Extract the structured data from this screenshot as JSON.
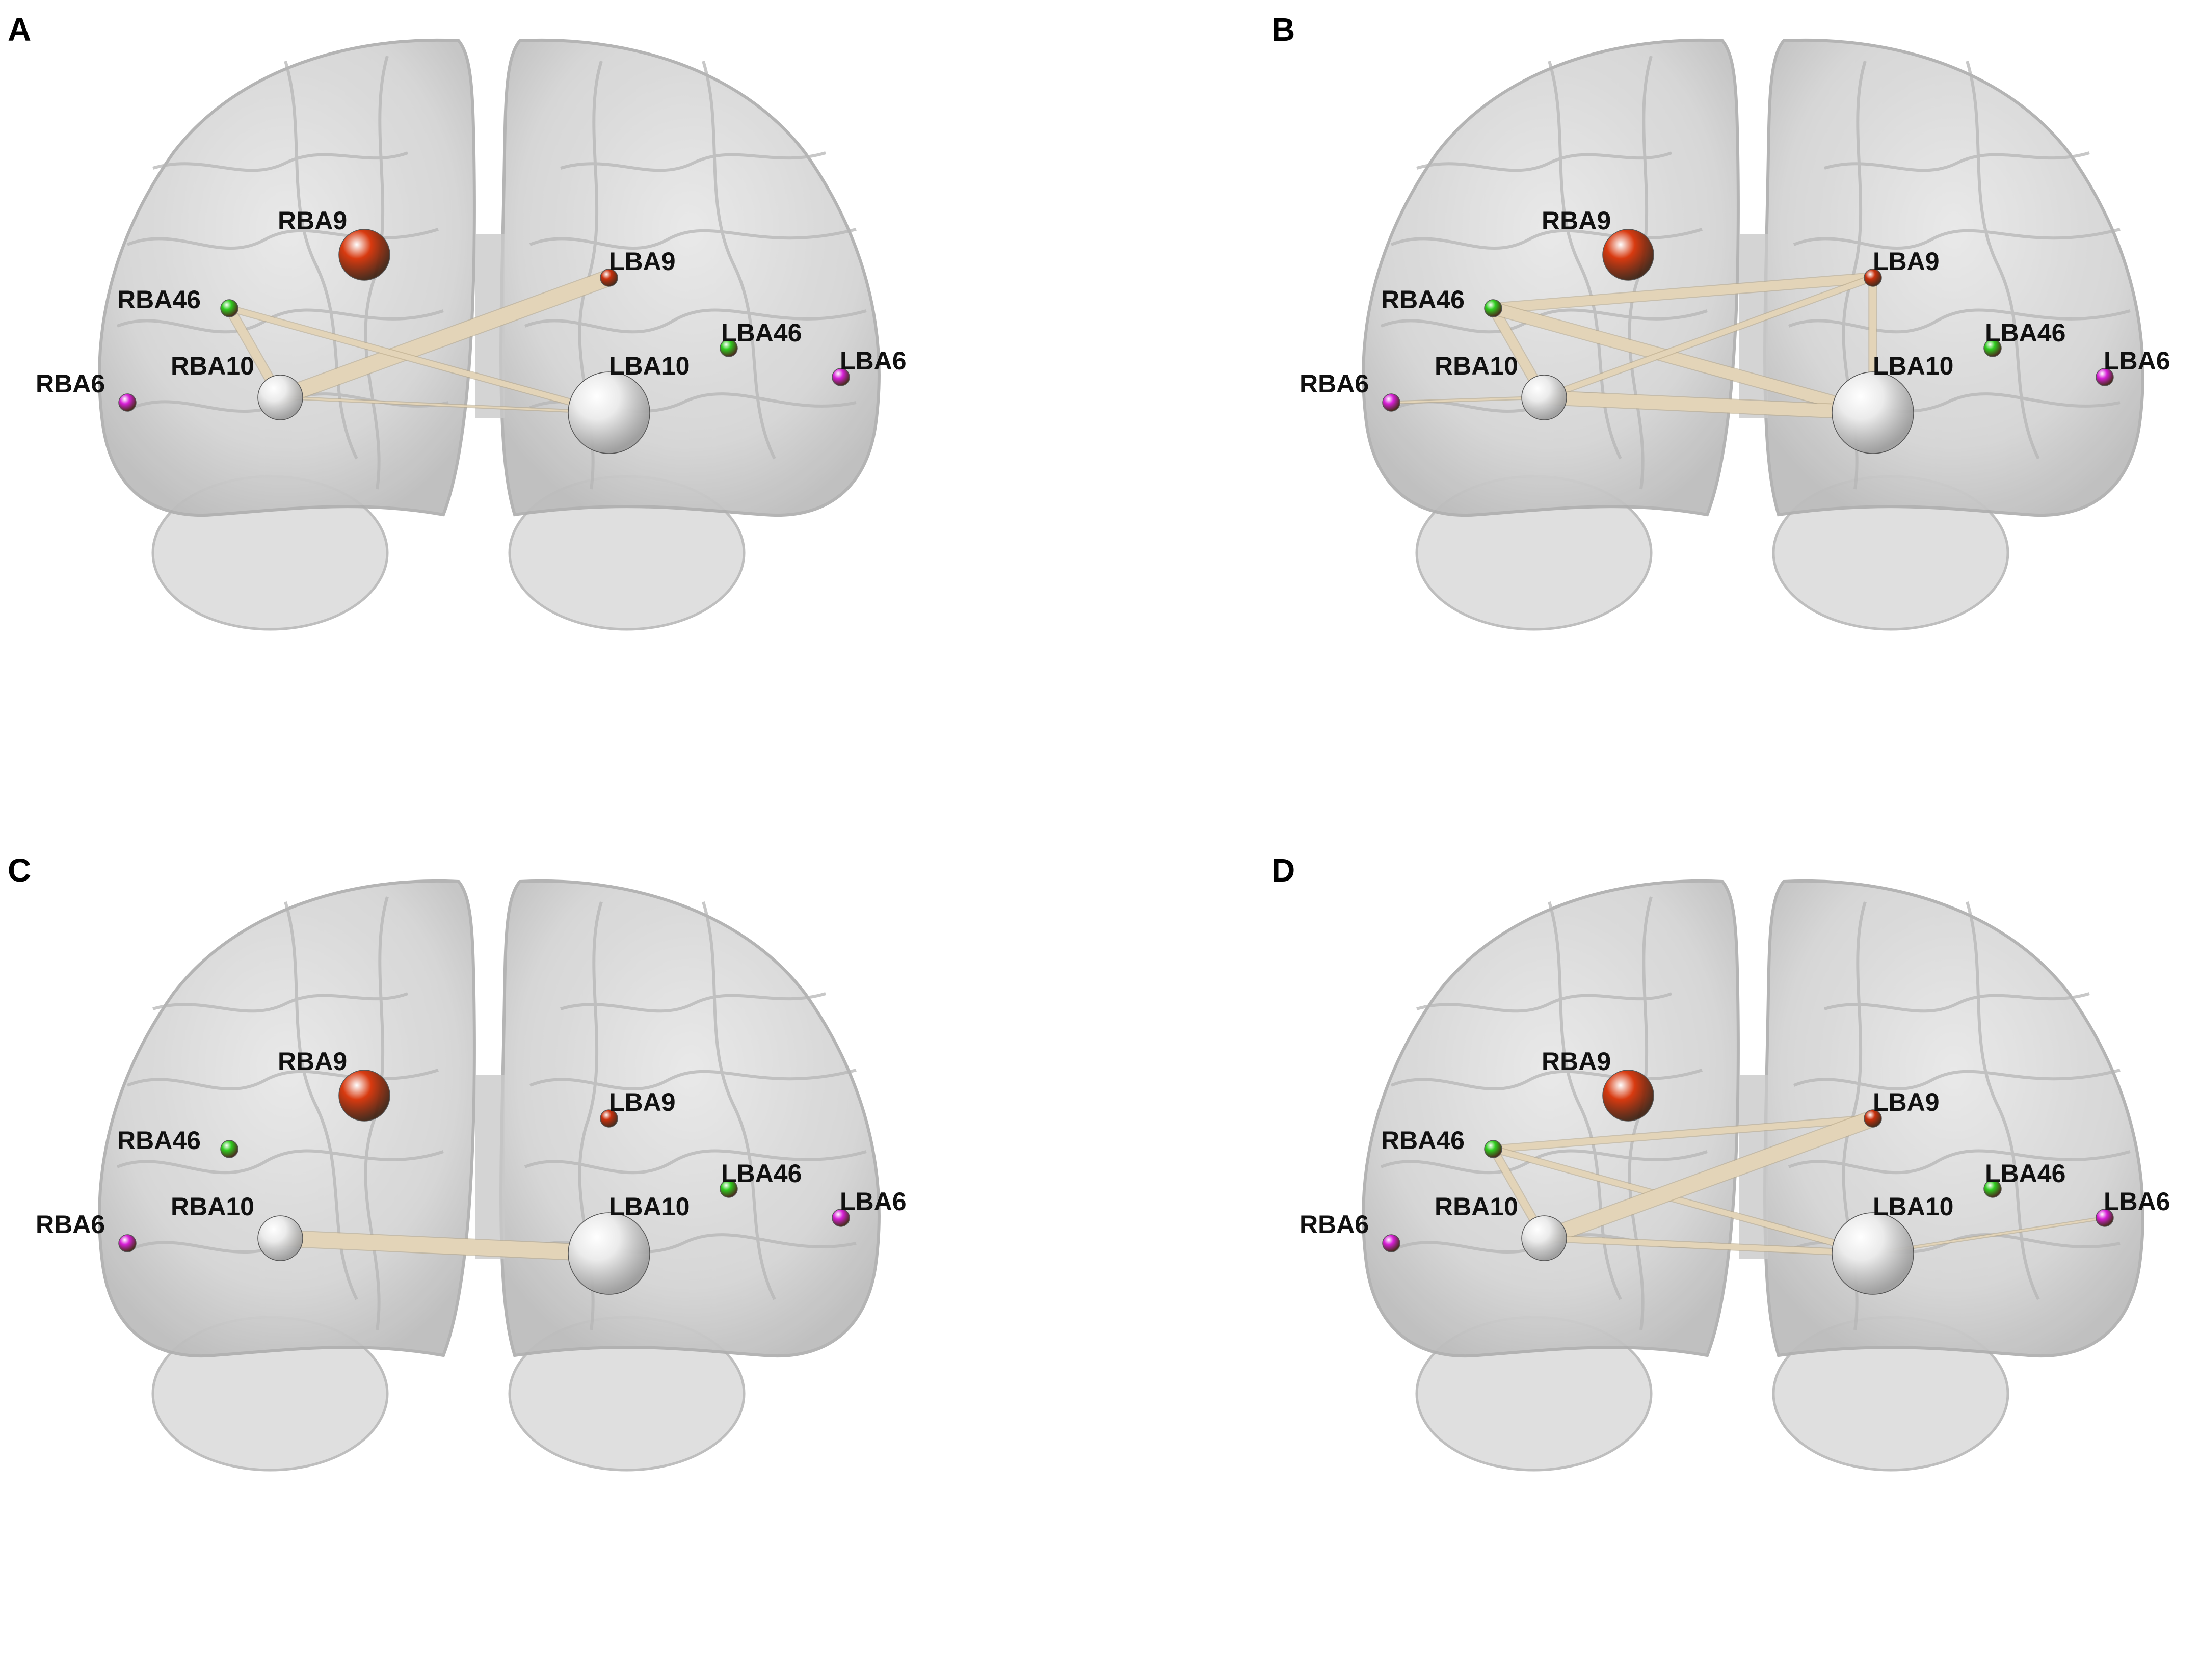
{
  "panels": [
    {
      "letter": "A",
      "edges": [
        {
          "from": "RBA10",
          "to": "LBA9",
          "strength": 1.0
        },
        {
          "from": "RBA46",
          "to": "RBA10",
          "strength": 0.55
        },
        {
          "from": "RBA46",
          "to": "LBA10",
          "strength": 0.35
        },
        {
          "from": "RBA10",
          "to": "LBA10",
          "strength": 0.05
        }
      ]
    },
    {
      "letter": "B",
      "edges": [
        {
          "from": "RBA46",
          "to": "LBA9",
          "strength": 0.6
        },
        {
          "from": "RBA46",
          "to": "RBA10",
          "strength": 0.6
        },
        {
          "from": "RBA46",
          "to": "LBA10",
          "strength": 0.75
        },
        {
          "from": "RBA10",
          "to": "LBA9",
          "strength": 0.35
        },
        {
          "from": "RBA10",
          "to": "LBA10",
          "strength": 0.85
        },
        {
          "from": "LBA9",
          "to": "LBA10",
          "strength": 0.45
        },
        {
          "from": "RBA6",
          "to": "RBA10",
          "strength": 0.08
        }
      ]
    },
    {
      "letter": "C",
      "edges": [
        {
          "from": "RBA10",
          "to": "LBA10",
          "strength": 1.0
        }
      ]
    },
    {
      "letter": "D",
      "edges": [
        {
          "from": "RBA46",
          "to": "LBA9",
          "strength": 0.4
        },
        {
          "from": "RBA46",
          "to": "RBA10",
          "strength": 0.45
        },
        {
          "from": "RBA46",
          "to": "LBA10",
          "strength": 0.35
        },
        {
          "from": "RBA10",
          "to": "LBA9",
          "strength": 1.0
        },
        {
          "from": "RBA10",
          "to": "LBA10",
          "strength": 0.35
        },
        {
          "from": "LBA10",
          "to": "LBA6",
          "strength": 0.05
        }
      ]
    }
  ],
  "nodes": [
    {
      "id": "RBA9",
      "label": "RBA9",
      "color": "#d83a10",
      "size": "large"
    },
    {
      "id": "LBA9",
      "label": "LBA9",
      "color": "#c8300c",
      "size": "small"
    },
    {
      "id": "RBA46",
      "label": "RBA46",
      "color": "#2ecc1e",
      "size": "small"
    },
    {
      "id": "LBA46",
      "label": "LBA46",
      "color": "#2ecc1e",
      "size": "small"
    },
    {
      "id": "RBA10",
      "label": "RBA10",
      "color": "#ebebeb",
      "size": "medium"
    },
    {
      "id": "LBA10",
      "label": "LBA10",
      "color": "#ebebeb",
      "size": "xlarge"
    },
    {
      "id": "RBA6",
      "label": "RBA6",
      "color": "#d81fd8",
      "size": "small"
    },
    {
      "id": "LBA6",
      "label": "LBA6",
      "color": "#d81fd8",
      "size": "small"
    }
  ],
  "colors": {
    "edge": "#e3d4b8",
    "brain": "#cfcfcf",
    "background": "#ffffff"
  }
}
